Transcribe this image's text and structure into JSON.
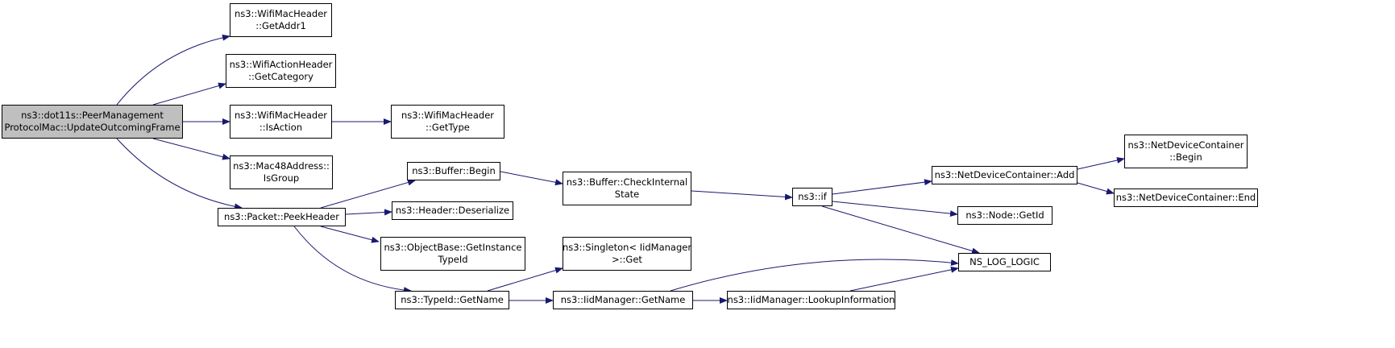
{
  "diagram": {
    "edge_color": "#191970",
    "root_fill": "#bfbfbf",
    "nodes": [
      {
        "id": "root",
        "lines": [
          "ns3::dot11s::PeerManagement",
          "ProtocolMac::UpdateOutcomingFrame"
        ],
        "root": true
      },
      {
        "id": "getaddr1",
        "lines": [
          "ns3::WifiMacHeader",
          "::GetAddr1"
        ]
      },
      {
        "id": "getcategory",
        "lines": [
          "ns3::WifiActionHeader",
          "::GetCategory"
        ]
      },
      {
        "id": "isaction",
        "lines": [
          "ns3::WifiMacHeader",
          "::IsAction"
        ]
      },
      {
        "id": "gettype",
        "lines": [
          "ns3::WifiMacHeader",
          "::GetType"
        ]
      },
      {
        "id": "isgroup",
        "lines": [
          "ns3::Mac48Address::",
          "IsGroup"
        ]
      },
      {
        "id": "peekheader",
        "lines": [
          "ns3::Packet::PeekHeader"
        ]
      },
      {
        "id": "begin",
        "lines": [
          "ns3::Buffer::Begin"
        ]
      },
      {
        "id": "deserialize",
        "lines": [
          "ns3::Header::Deserialize"
        ]
      },
      {
        "id": "getinstancetypeid",
        "lines": [
          "ns3::ObjectBase::GetInstance",
          "TypeId"
        ]
      },
      {
        "id": "typeidgetname",
        "lines": [
          "ns3::TypeId::GetName"
        ]
      },
      {
        "id": "checkinternal",
        "lines": [
          "ns3::Buffer::CheckInternal",
          "State"
        ]
      },
      {
        "id": "singletonget",
        "lines": [
          "ns3::Singleton< IidManager",
          ">::Get"
        ]
      },
      {
        "id": "iidgetname",
        "lines": [
          "ns3::IidManager::GetName"
        ]
      },
      {
        "id": "if",
        "lines": [
          "ns3::if"
        ]
      },
      {
        "id": "lookup",
        "lines": [
          "ns3::IidManager::LookupInformation"
        ]
      },
      {
        "id": "ndcadd",
        "lines": [
          "ns3::NetDeviceContainer::Add"
        ]
      },
      {
        "id": "nodegetid",
        "lines": [
          "ns3::Node::GetId"
        ]
      },
      {
        "id": "nslog",
        "lines": [
          "NS_LOG_LOGIC"
        ]
      },
      {
        "id": "ndcbegin",
        "lines": [
          "ns3::NetDeviceContainer",
          "::Begin"
        ]
      },
      {
        "id": "ndcend",
        "lines": [
          "ns3::NetDeviceContainer::End"
        ]
      }
    ],
    "edges": [
      {
        "from": "root",
        "to": "getaddr1"
      },
      {
        "from": "root",
        "to": "getcategory"
      },
      {
        "from": "root",
        "to": "isaction"
      },
      {
        "from": "root",
        "to": "isgroup"
      },
      {
        "from": "root",
        "to": "peekheader"
      },
      {
        "from": "isaction",
        "to": "gettype"
      },
      {
        "from": "peekheader",
        "to": "begin"
      },
      {
        "from": "peekheader",
        "to": "deserialize"
      },
      {
        "from": "peekheader",
        "to": "getinstancetypeid"
      },
      {
        "from": "peekheader",
        "to": "typeidgetname"
      },
      {
        "from": "begin",
        "to": "checkinternal"
      },
      {
        "from": "checkinternal",
        "to": "if"
      },
      {
        "from": "typeidgetname",
        "to": "singletonget"
      },
      {
        "from": "typeidgetname",
        "to": "iidgetname"
      },
      {
        "from": "iidgetname",
        "to": "lookup"
      },
      {
        "from": "iidgetname",
        "to": "nslog"
      },
      {
        "from": "lookup",
        "to": "nslog"
      },
      {
        "from": "if",
        "to": "ndcadd"
      },
      {
        "from": "if",
        "to": "nodegetid"
      },
      {
        "from": "if",
        "to": "nslog"
      },
      {
        "from": "ndcadd",
        "to": "ndcbegin"
      },
      {
        "from": "ndcadd",
        "to": "ndcend"
      }
    ]
  }
}
